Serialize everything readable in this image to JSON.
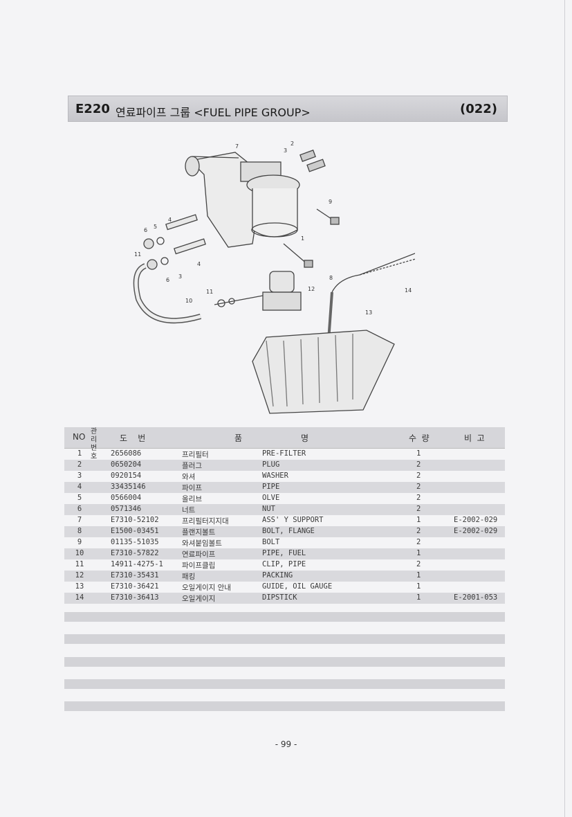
{
  "header": {
    "code": "E220",
    "title": "연료파이프 그룹 <FUEL PIPE GROUP>",
    "number": "(022)"
  },
  "diagram": {
    "callouts": [
      "1",
      "2",
      "3",
      "4",
      "5",
      "6",
      "7",
      "8",
      "9",
      "10",
      "11",
      "12",
      "13",
      "14"
    ]
  },
  "table": {
    "headers": {
      "no": "NO",
      "mgmt": "관리번호",
      "drawing": "도    번",
      "name_kor": "품",
      "name": "명",
      "qty": "수  량",
      "remarks": "비  고"
    },
    "rows": [
      {
        "no": "1",
        "part": "2656086",
        "kor": "프리필터",
        "eng": "PRE-FILTER",
        "qty": "1",
        "rem": ""
      },
      {
        "no": "2",
        "part": "0650204",
        "kor": "플러그",
        "eng": "PLUG",
        "qty": "2",
        "rem": ""
      },
      {
        "no": "3",
        "part": "0920154",
        "kor": "와셔",
        "eng": "WASHER",
        "qty": "2",
        "rem": ""
      },
      {
        "no": "4",
        "part": "33435146",
        "kor": "파이프",
        "eng": "PIPE",
        "qty": "2",
        "rem": ""
      },
      {
        "no": "5",
        "part": "0566004",
        "kor": "올리브",
        "eng": "OLVE",
        "qty": "2",
        "rem": ""
      },
      {
        "no": "6",
        "part": "0571346",
        "kor": "너트",
        "eng": "NUT",
        "qty": "2",
        "rem": ""
      },
      {
        "no": "7",
        "part": "E7310-52102",
        "kor": "프리필터지지대",
        "eng": "ASS' Y SUPPORT",
        "qty": "1",
        "rem": "E-2002-029"
      },
      {
        "no": "8",
        "part": "E1500-03451",
        "kor": "플랜지볼트",
        "eng": "BOLT, FLANGE",
        "qty": "2",
        "rem": "E-2002-029"
      },
      {
        "no": "9",
        "part": "01135-51035",
        "kor": "와셔붙임볼트",
        "eng": "BOLT",
        "qty": "2",
        "rem": ""
      },
      {
        "no": "10",
        "part": "E7310-57822",
        "kor": "연료파이프",
        "eng": "PIPE, FUEL",
        "qty": "1",
        "rem": ""
      },
      {
        "no": "11",
        "part": "14911-4275-1",
        "kor": "파이프클립",
        "eng": "CLIP, PIPE",
        "qty": "2",
        "rem": ""
      },
      {
        "no": "12",
        "part": "E7310-35431",
        "kor": "패킹",
        "eng": "PACKING",
        "qty": "1",
        "rem": ""
      },
      {
        "no": "13",
        "part": "E7310-36421",
        "kor": "오일게이지 안내",
        "eng": "GUIDE, OIL GAUGE",
        "qty": "1",
        "rem": ""
      },
      {
        "no": "14",
        "part": "E7310-36413",
        "kor": "오일게이지",
        "eng": "DIPSTICK",
        "qty": "1",
        "rem": "E-2001-053"
      }
    ]
  },
  "footer": {
    "page": "- 99 -"
  }
}
